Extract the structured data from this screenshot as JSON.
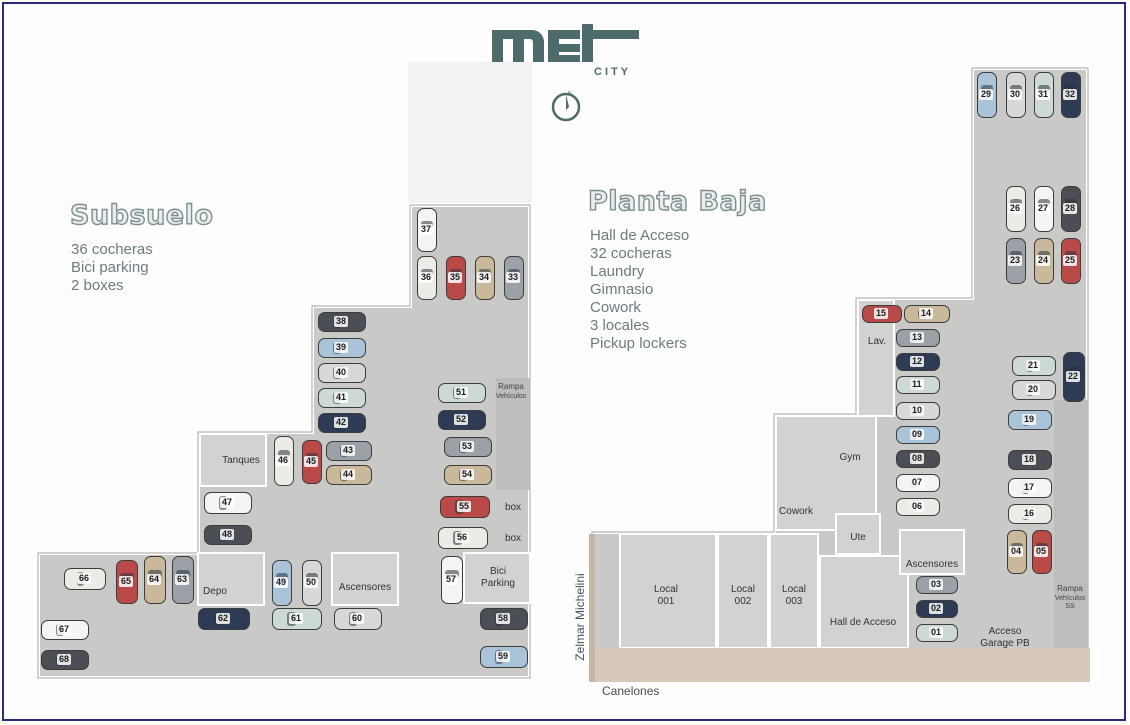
{
  "logo": {
    "word": "met",
    "sub": "CITY",
    "compass_icon": "north-arrow-icon",
    "color": "#4e6b6b"
  },
  "subsuelo": {
    "title": "Subsuelo",
    "features": [
      "36 cocheras",
      "Bici parking",
      "2 boxes"
    ],
    "labels": {
      "tanques": "Tanques",
      "depo": "Depo",
      "ascensores": "Ascensores",
      "rampa": "Rampa",
      "rampa_sub": "Vehículos",
      "box1": "box",
      "box2": "box",
      "bici1": "Bici",
      "bici2": "Parking"
    },
    "spots": [
      "37",
      "36",
      "35",
      "34",
      "33",
      "38",
      "39",
      "40",
      "41",
      "42",
      "43",
      "44",
      "45",
      "46",
      "47",
      "48",
      "49",
      "50",
      "51",
      "52",
      "53",
      "54",
      "55",
      "56",
      "57",
      "58",
      "59",
      "60",
      "61",
      "62",
      "63",
      "64",
      "65",
      "66",
      "67",
      "68"
    ]
  },
  "planta_baja": {
    "title": "Planta Baja",
    "features": [
      "Hall de Acceso",
      "32 cocheras",
      "Laundry",
      "Gimnasio",
      "Cowork",
      "3 locales",
      "Pickup lockers"
    ],
    "labels": {
      "lav": "Lav.",
      "gym": "Gym",
      "cowork": "Cowork",
      "ute": "Ute",
      "ascensores": "Ascensores",
      "local1a": "Local",
      "local1b": "001",
      "local2a": "Local",
      "local2b": "002",
      "local3a": "Local",
      "local3b": "003",
      "hall": "Hall de Acceso",
      "acceso1": "Acceso",
      "acceso2": "Garage PB",
      "rampa": "Rampa",
      "rampa_sub": "Vehículos",
      "rampa_sub2": "SS"
    },
    "spots": [
      "29",
      "30",
      "31",
      "32",
      "26",
      "27",
      "28",
      "23",
      "24",
      "25",
      "22",
      "21",
      "20",
      "19",
      "18",
      "17",
      "16",
      "15",
      "14",
      "13",
      "12",
      "11",
      "10",
      "09",
      "08",
      "07",
      "06",
      "05",
      "04",
      "03",
      "02",
      "01"
    ]
  },
  "streets": {
    "zelmar": "Zelmar Michelini",
    "canelones": "Canelones"
  }
}
